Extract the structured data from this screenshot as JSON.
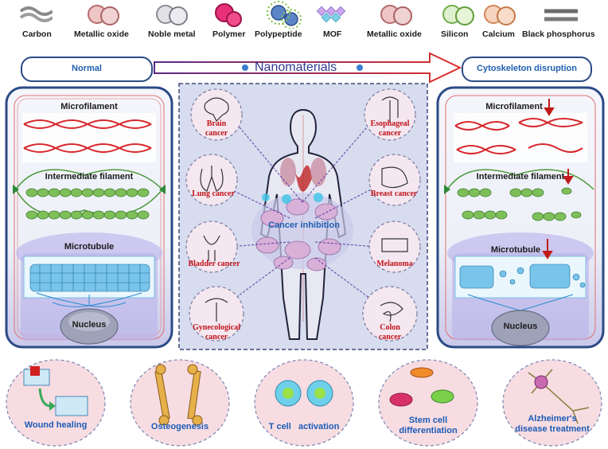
{
  "materials": [
    {
      "label": "Carbon",
      "icon": "carbon-icon"
    },
    {
      "label": "Metallic oxide",
      "icon": "metallic-oxide-icon"
    },
    {
      "label": "Noble metal",
      "icon": "noble-metal-icon"
    },
    {
      "label": "Polymer",
      "icon": "polymer-icon"
    },
    {
      "label": "Polypeptide",
      "icon": "polypeptide-icon"
    },
    {
      "label": "MOF",
      "icon": "mof-icon"
    },
    {
      "label": "Metallic oxide",
      "icon": "metallic-oxide-icon"
    },
    {
      "label": "Silicon",
      "icon": "silicon-icon"
    },
    {
      "label": "Calcium",
      "icon": "calcium-icon"
    },
    {
      "label": "Black phosphorus",
      "icon": "black-phosphorus-icon"
    }
  ],
  "header": {
    "normal": "Normal",
    "nanomaterials": "Nanomaterials",
    "disruption": "Cytoskeleton disruption"
  },
  "left_cell": {
    "microfilament": "Microfilament",
    "intermediate": "Intermediate filament",
    "microtubule": "Microtubule",
    "nucleus": "Nucleus"
  },
  "right_cell": {
    "microfilament": "Microfilament",
    "intermediate": "Intermediate filament",
    "microtubule": "Microtubule",
    "nucleus": "Nucleus"
  },
  "center": {
    "cancer_inhibition": "Cancer inhibition",
    "cancers": {
      "brain": [
        "Brain",
        "cancer"
      ],
      "esophageal": [
        "Esophageal",
        "cancer"
      ],
      "lung": [
        "Lung cancer"
      ],
      "breast": [
        "Breast cancer"
      ],
      "bladder": [
        "Bladder cancer"
      ],
      "melanoma": [
        "Melanoma"
      ],
      "gynecological": [
        "Gynecological",
        "cancer"
      ],
      "colon": [
        "Colon",
        "cancer"
      ]
    }
  },
  "applications": {
    "wound": "Wound healing",
    "osteo": "Osteogenesis",
    "tcell": "T cell   activation",
    "stem": [
      "Stem cell",
      "differentiation"
    ],
    "alz": [
      "Alzheimer's",
      "disease treatment"
    ]
  },
  "colors": {
    "frame_blue": "#2c4a86",
    "label_blue": "#1f5fb0",
    "cancer_red": "#c0121a",
    "filament_red": "#d8262b",
    "filament_green": "#4c9a3c",
    "tubule_blue": "#3fa4d8"
  }
}
